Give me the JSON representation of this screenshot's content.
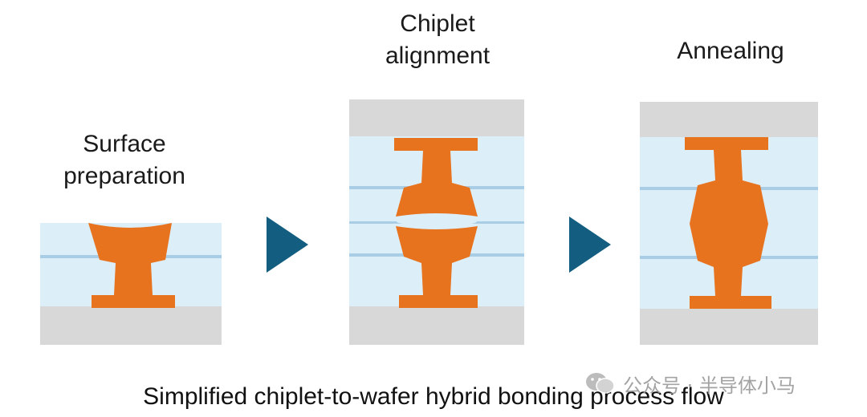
{
  "stages": [
    {
      "label": "Surface\npreparation"
    },
    {
      "label": "Chiplet\nalignment"
    },
    {
      "label": "Annealing"
    }
  ],
  "caption": "Simplified chiplet-to-wafer hybrid bonding process flow",
  "watermark": "公众号 · 半导体小马",
  "colors": {
    "copper": "#E8731F",
    "dielectric": "#DCEEF8",
    "interface_line": "#A9CDE4",
    "substrate": "#D8D8D8",
    "arrow": "#135E80",
    "text": "#1a1a1a"
  },
  "icons": {
    "arrow": "triangle-right-icon",
    "watermark": "wechat-icon"
  }
}
